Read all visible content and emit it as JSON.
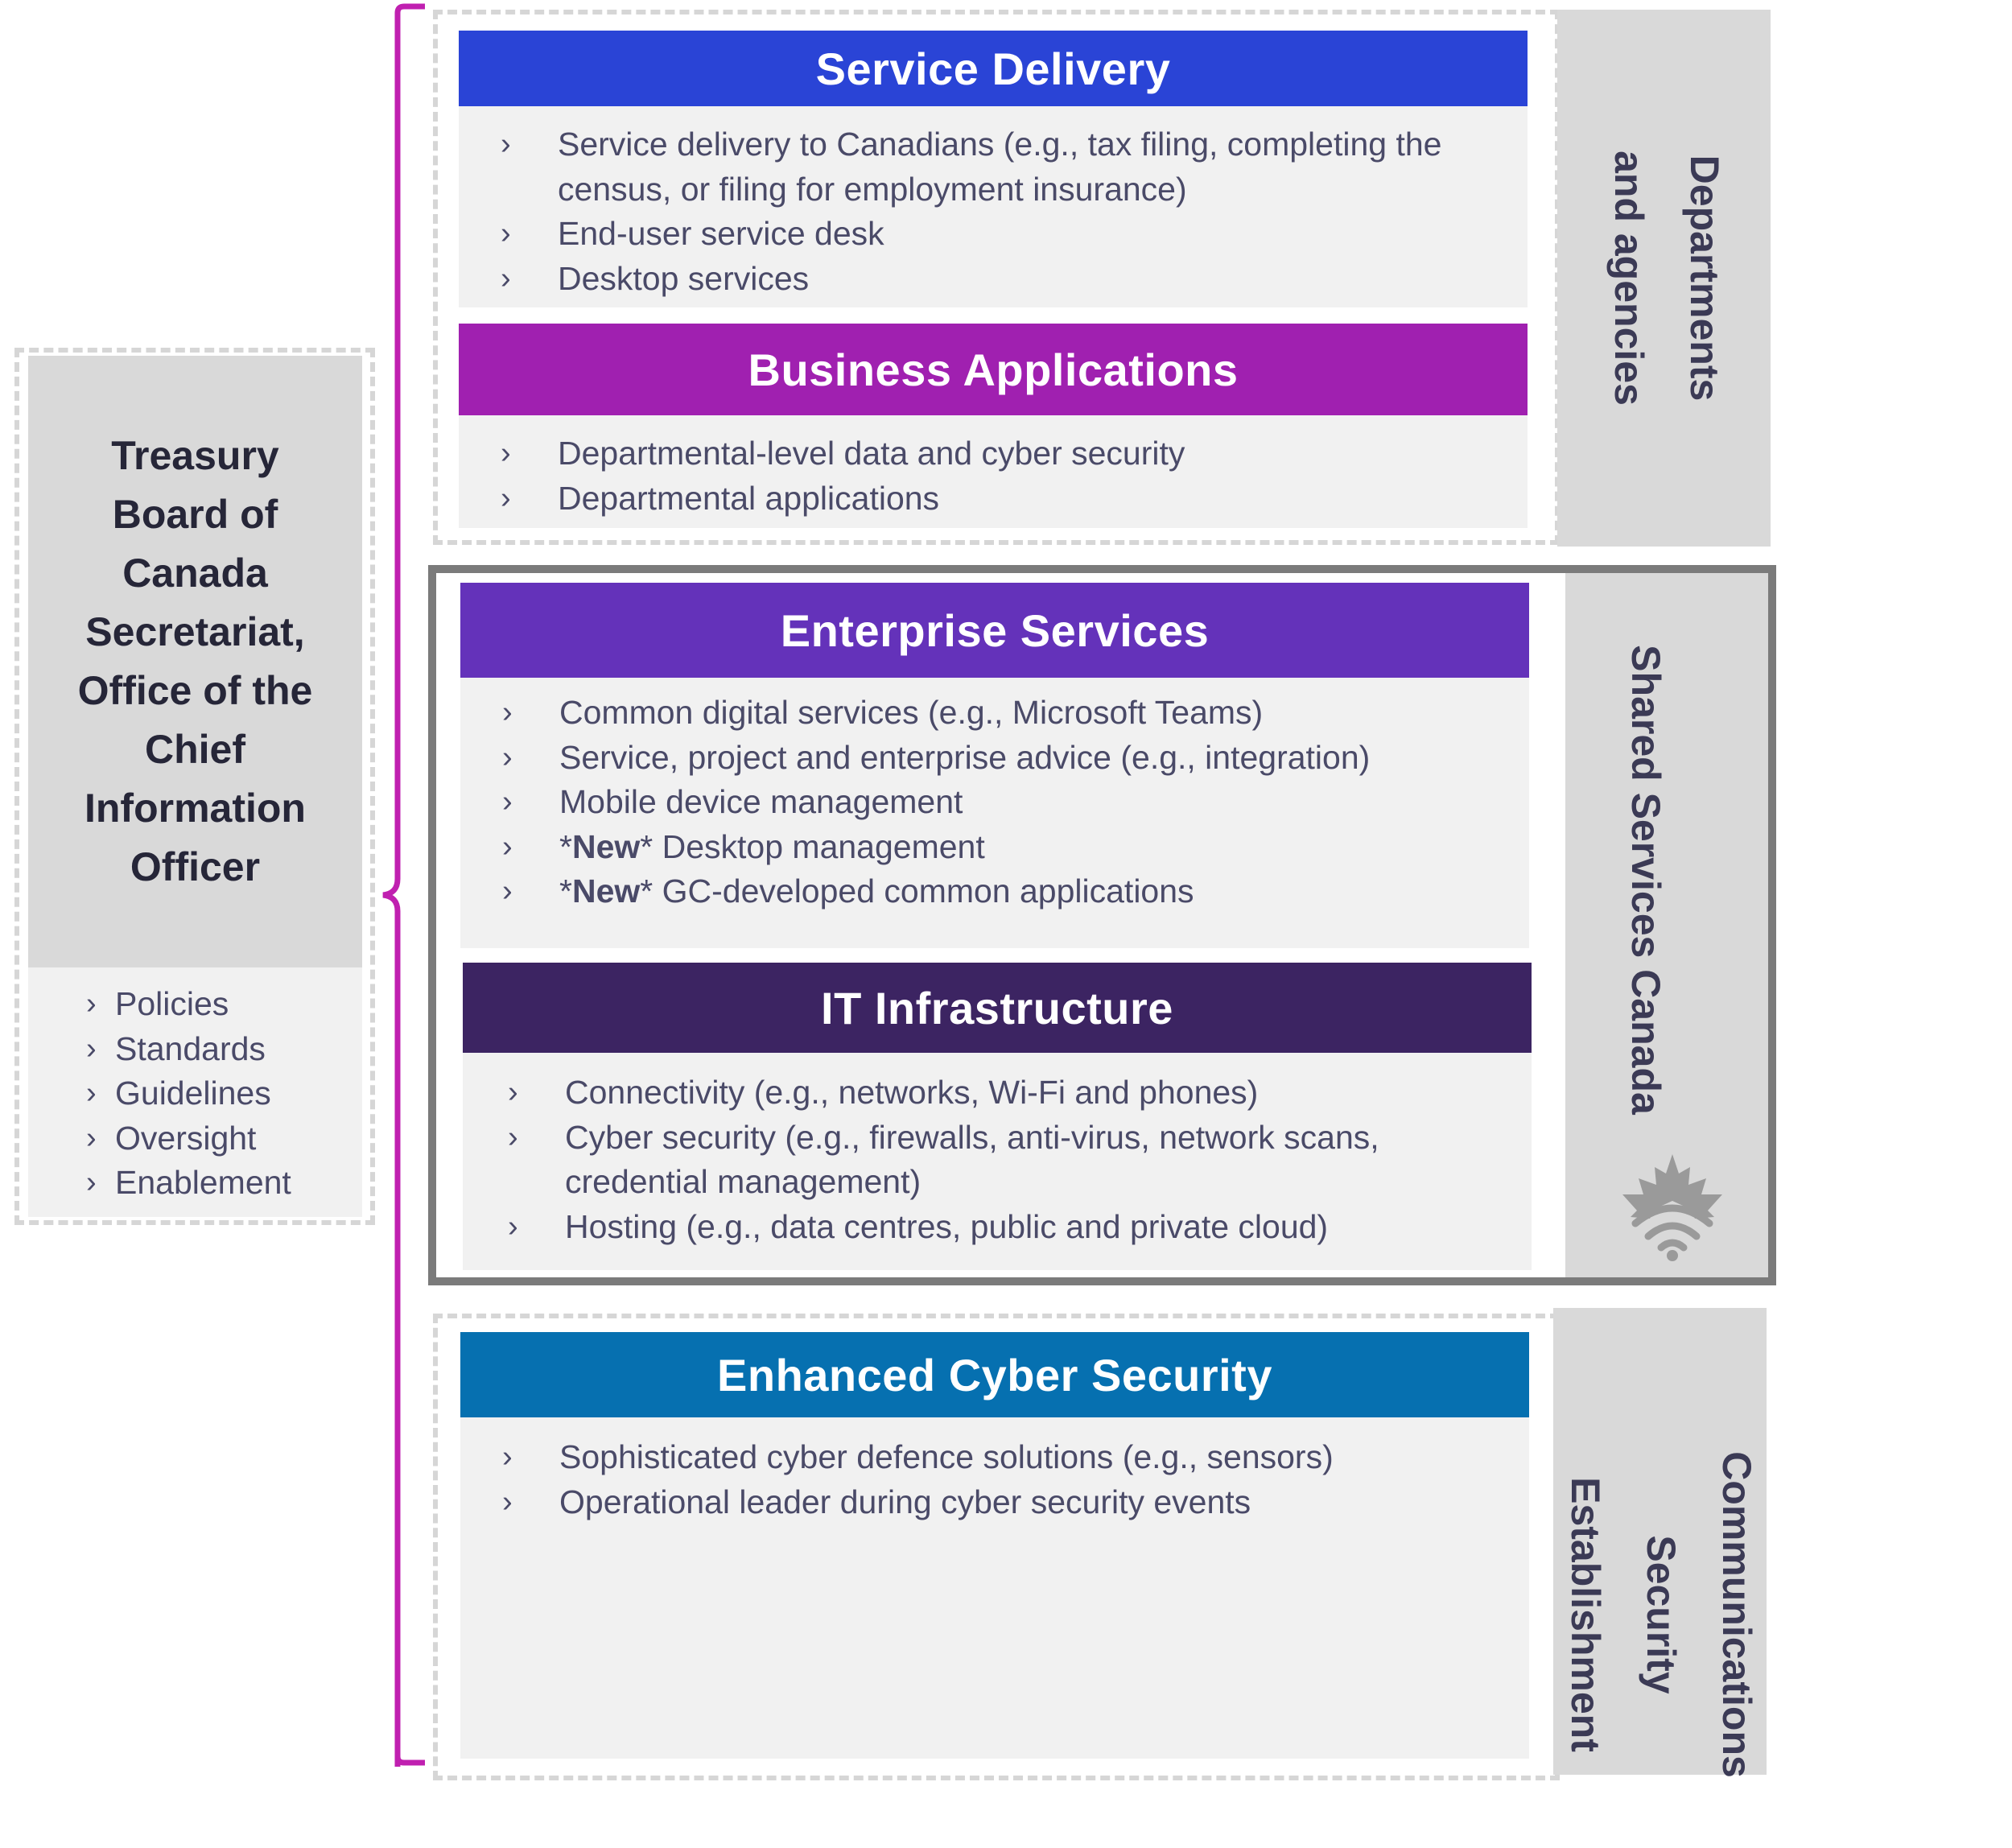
{
  "tbs": {
    "title_lines": [
      "Treasury",
      "Board of",
      "Canada",
      "Secretariat,",
      "Office of the",
      "Chief",
      "Information",
      "Officer"
    ],
    "items": [
      "Policies",
      "Standards",
      "Guidelines",
      "Oversight",
      "Enablement"
    ]
  },
  "groups": {
    "departments": "Departments\nand agencies",
    "ssc": "Shared Services Canada",
    "cse": "Communications\nSecurity\nEstablishment"
  },
  "sections": {
    "service_delivery": {
      "title": "Service Delivery",
      "color": "#2a44d6",
      "items": [
        "Service delivery to Canadians (e.g., tax filing, completing the census, or filing for employment insurance)",
        "End-user service desk",
        "Desktop services"
      ]
    },
    "business_applications": {
      "title": "Business Applications",
      "color": "#a020b0",
      "items": [
        "Departmental-level data and cyber security",
        "Departmental applications"
      ]
    },
    "enterprise_services": {
      "title": "Enterprise Services",
      "color": "#6432ba",
      "items": [
        "Common digital services (e.g., Microsoft Teams)",
        "Service, project and enterprise advice (e.g., integration)",
        "Mobile device management",
        {
          "prefix": "*",
          "bold": "New",
          "suffix": "* Desktop management"
        },
        {
          "prefix": "*",
          "bold": "New",
          "suffix": "* GC-developed common applications"
        }
      ]
    },
    "it_infrastructure": {
      "title": "IT Infrastructure",
      "color": "#3c2462",
      "items": [
        "Connectivity (e.g., networks, Wi-Fi and phones)",
        "Cyber security (e.g., firewalls, anti-virus, network scans, credential management)",
        "Hosting (e.g., data centres, public and private cloud)"
      ]
    },
    "enhanced_cyber_security": {
      "title": "Enhanced Cyber Security",
      "color": "#0670b0",
      "items": [
        "Sophisticated cyber defence solutions (e.g., sensors)",
        "Operational leader during cyber security events"
      ]
    }
  },
  "icons": {
    "bullet": "chevron-right-icon",
    "ssc_logo": "maple-leaf-wifi-icon"
  },
  "colors": {
    "bracket": "#c020b0",
    "text": "#4a4a68",
    "panel": "#d9d9d9",
    "box": "#f1f1f1"
  }
}
